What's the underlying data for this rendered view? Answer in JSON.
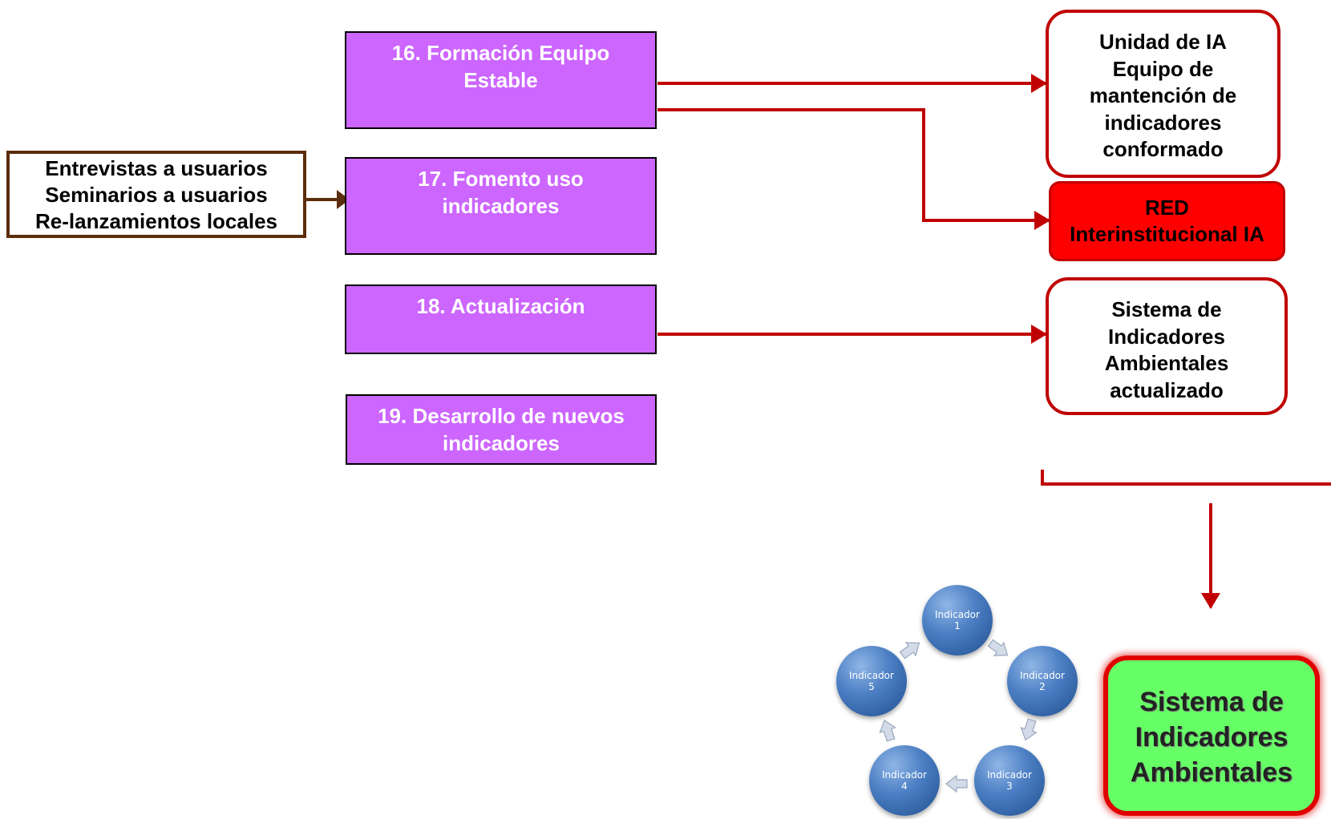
{
  "colors": {
    "activity_fill": "#cc66ff",
    "connector": "#c00000",
    "input_border": "#5a2d0c",
    "red_fill": "#ff0000",
    "green_fill": "#66ff66",
    "indicator_fill": "#4c7fc4"
  },
  "activities": [
    {
      "line1": "16. Formación Equipo",
      "line2": "Estable"
    },
    {
      "line1": "17. Fomento uso",
      "line2": "indicadores"
    },
    {
      "line1": "18. Actualización",
      "line2": ""
    },
    {
      "line1": "19. Desarrollo de nuevos",
      "line2": "indicadores"
    }
  ],
  "inputs": [
    "Entrevistas a usuarios",
    "Seminarios a usuarios",
    "Re-lanzamientos locales"
  ],
  "results": {
    "unidad": [
      "Unidad de IA",
      "Equipo de",
      "mantención de",
      "indicadores",
      "conformado"
    ],
    "red": [
      "RED",
      "Interinstitucional IA"
    ],
    "sistema_actualizado": [
      "Sistema de",
      "Indicadores",
      "Ambientales",
      "actualizado"
    ]
  },
  "final_box": [
    "Sistema de",
    "Indicadores",
    "Ambientales"
  ],
  "cycle": {
    "icon": "circular-arrow-icon",
    "nodes": [
      {
        "label": "Indicador",
        "number": "1"
      },
      {
        "label": "Indicador",
        "number": "2"
      },
      {
        "label": "Indicador",
        "number": "3"
      },
      {
        "label": "Indicador",
        "number": "4"
      },
      {
        "label": "Indicador",
        "number": "5"
      }
    ]
  }
}
